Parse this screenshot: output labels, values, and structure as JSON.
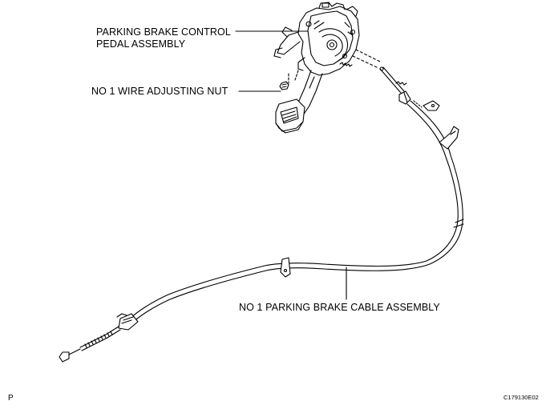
{
  "callouts": {
    "pedal_assembly": {
      "line1": "PARKING BRAKE CONTROL",
      "line2": "PEDAL ASSEMBLY"
    },
    "adjusting_nut": "NO  1 WIRE ADJUSTING NUT",
    "cable_assembly": "NO  1 PARKING BRAKE CABLE ASSEMBLY"
  },
  "corner_marks": {
    "bottom_left": "P",
    "figure_code": "C179130E02"
  }
}
